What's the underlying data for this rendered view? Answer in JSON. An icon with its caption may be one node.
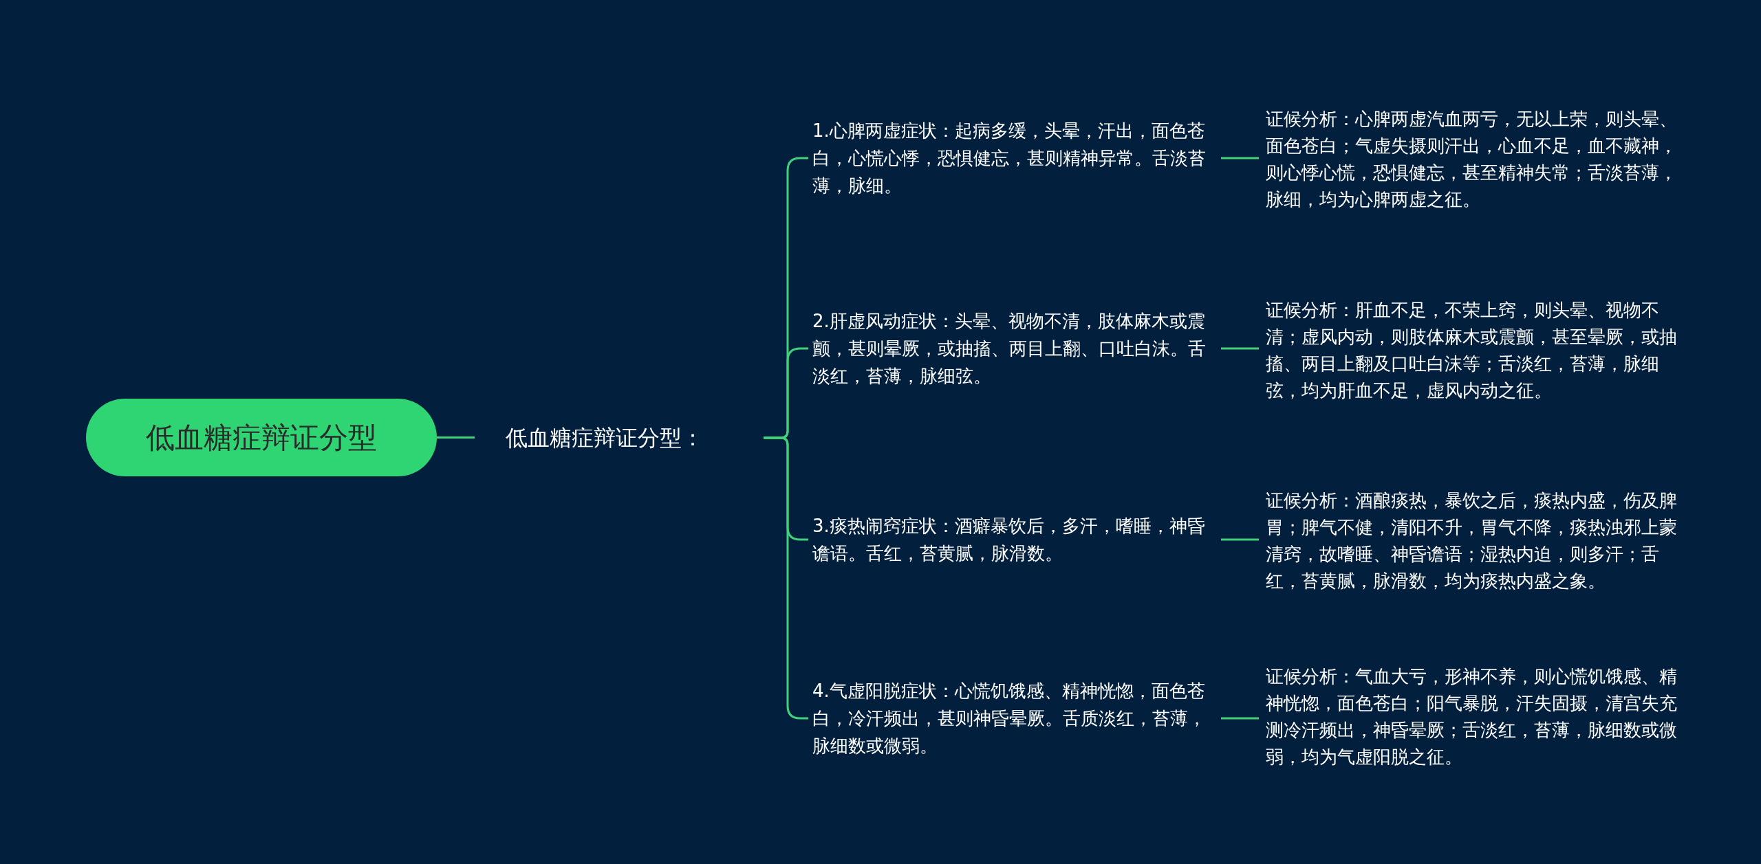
{
  "diagram": {
    "nodes": [
      {
        "text": [
          "低血糖症辩证分型"
        ]
      },
      {
        "text": [
          "低血糖症辩证分型："
        ]
      },
      {
        "text": [
          "1.心脾两虚症状：起病多缓，头晕，汗出，面色苍白，心慌心悸，恐惧健忘，甚则精神异常。舌淡苔薄，脉细。"
        ]
      },
      {
        "text": [
          "2.肝虚风动症状：头晕、视物不清，肢体麻木或震颤，甚则晕厥，或抽搐、两目上翻、口吐白沫。舌淡红，苔薄，脉细弦。"
        ]
      },
      {
        "text": [
          "3.痰热闹窍症状：酒癖暴饮后，多汗，嗜睡，神昏谵语。舌红，苔黄腻，脉滑数。"
        ]
      },
      {
        "text": [
          "4.气虚阳脱症状：心慌饥饿感、精神恍惚，面色苍白，冷汗频出，甚则神昏晕厥。舌质淡红，苔薄，脉细数或微弱。"
        ]
      },
      {
        "text": [
          "证候分析：心脾两虚汽血两亏，无以上荣，则头晕、面色苍白；气虚失摄则汗出，心血不足，血不藏神，则心悸心慌，恐惧健忘，甚至精神失常；舌淡苔薄，脉细，均为心脾两虚之征。"
        ]
      },
      {
        "text": [
          "证候分析：肝血不足，不荣上窍，则头晕、视物不清；虚风内动，则肢体麻木或震颤，甚至晕厥，或抽搐、两目上翻及口吐白沫等；舌淡红，苔薄，脉细弦，均为肝血不足，虚风内动之征。"
        ]
      },
      {
        "text": [
          "证候分析：酒酿痰热，暴饮之后，痰热内盛，伤及脾胃；脾气不健，清阳不升，胃气不降，痰热浊邪上蒙清窍，故嗜睡、神昏谵语；湿热内迫，则多汗；舌红，苔黄腻，脉滑数，均为痰热内盛之象。"
        ]
      },
      {
        "text": [
          "证候分析：气血大亏，形神不养，则心慌饥饿感、精神恍惚，面色苍白；阳气暴脱，汗失固摄，清宫失充测冷汗频出，神昏晕厥；舌淡红，苔薄，脉细数或微弱，均为气虚阳脱之征。"
        ]
      }
    ],
    "edges": [
      {
        "from": 0,
        "to": 1,
        "arrow": "none"
      },
      {
        "from": 1,
        "to": 2,
        "arrow": "none"
      },
      {
        "from": 1,
        "to": 3,
        "arrow": "none"
      },
      {
        "from": 1,
        "to": 4,
        "arrow": "none"
      },
      {
        "from": 1,
        "to": 5,
        "arrow": "none"
      },
      {
        "from": 2,
        "to": 6,
        "arrow": "none"
      },
      {
        "from": 3,
        "to": 7,
        "arrow": "none"
      },
      {
        "from": 4,
        "to": 8,
        "arrow": "none"
      },
      {
        "from": 5,
        "to": 9,
        "arrow": "none"
      }
    ]
  }
}
